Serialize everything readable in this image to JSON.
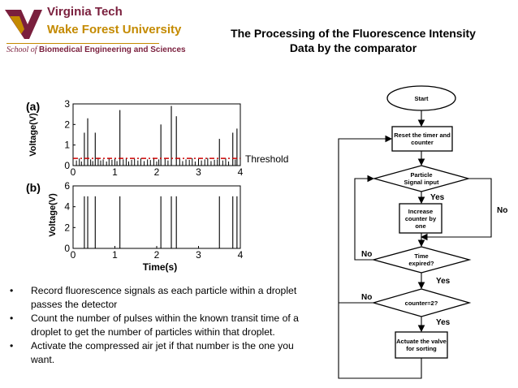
{
  "header": {
    "org_line1": "Virginia Tech",
    "org_line2": "Wake Forest University",
    "school_prefix": "School of",
    "school_name": "Biomedical Engineering and Sciences",
    "title_line1": "The Processing of the Fluorescence Intensity",
    "title_line2": "Data by the comparator"
  },
  "colors": {
    "maroon": "#7a1f3d",
    "gold": "#c48a00",
    "threshold": "#cc0000"
  },
  "chart_data": [
    {
      "type": "bar",
      "panel_label": "(a)",
      "ylabel": "Voltage(V)",
      "xlabel": "",
      "xlim": [
        0,
        4
      ],
      "ylim": [
        0,
        3
      ],
      "xticks": [
        "0",
        "1",
        "2",
        "3",
        "4"
      ],
      "yticks": [
        "0",
        "1",
        "2",
        "3"
      ],
      "threshold": 0.35,
      "threshold_label": "Threshold",
      "pulses_x": [
        0.27,
        0.35,
        0.53,
        1.12,
        2.1,
        2.35,
        2.47,
        3.5,
        3.82,
        3.92
      ],
      "pulses_y": [
        1.6,
        2.3,
        1.6,
        2.7,
        2.0,
        2.9,
        2.4,
        1.3,
        1.6,
        1.8
      ],
      "noise_x": [
        0.08,
        0.15,
        0.2,
        0.42,
        0.47,
        0.6,
        0.66,
        0.72,
        0.8,
        0.86,
        0.93,
        1.0,
        1.05,
        1.2,
        1.27,
        1.33,
        1.4,
        1.47,
        1.55,
        1.62,
        1.7,
        1.78,
        1.85,
        1.93,
        2.0,
        2.05,
        2.2,
        2.27,
        2.55,
        2.62,
        2.7,
        2.78,
        2.85,
        2.92,
        3.0,
        3.07,
        3.15,
        3.22,
        3.3,
        3.38,
        3.45,
        3.58,
        3.65,
        3.72,
        3.88
      ],
      "noise_y": [
        0.25,
        0.35,
        0.2,
        0.3,
        0.22,
        0.38,
        0.25,
        0.3,
        0.2,
        0.35,
        0.28,
        0.33,
        0.22,
        0.3,
        0.37,
        0.2,
        0.28,
        0.33,
        0.25,
        0.35,
        0.22,
        0.3,
        0.27,
        0.38,
        0.2,
        0.3,
        0.33,
        0.25,
        0.35,
        0.22,
        0.3,
        0.28,
        0.36,
        0.2,
        0.32,
        0.25,
        0.3,
        0.37,
        0.22,
        0.28,
        0.3,
        0.25,
        0.35,
        0.2,
        0.3
      ]
    },
    {
      "type": "bar",
      "panel_label": "(b)",
      "ylabel": "Voltage(V)",
      "xlabel": "Time(s)",
      "xlim": [
        0,
        4
      ],
      "ylim": [
        0,
        6
      ],
      "xticks": [
        "0",
        "1",
        "2",
        "3",
        "4"
      ],
      "yticks": [
        "0",
        "2",
        "4",
        "6"
      ],
      "pulses_x": [
        0.27,
        0.35,
        0.53,
        1.12,
        2.1,
        2.35,
        2.47,
        3.5,
        3.82,
        3.92
      ],
      "pulses_y": [
        5,
        5,
        5,
        5,
        5,
        5,
        5,
        5,
        5,
        5
      ]
    }
  ],
  "bullets": [
    "Record fluorescence signals as each particle within a droplet passes the detector",
    "Count the number of pulses within the known transit time of a droplet to get the number of particles within that droplet.",
    "Activate the compressed air jet if that number is the one you want."
  ],
  "flow": {
    "start": "Start",
    "reset_line1": "Reset the timer and",
    "reset_line2": "counter",
    "particle_line1": "Particle",
    "particle_line2": "Signal input",
    "increase_line1": "Increase",
    "increase_line2": "counter by",
    "increase_line3": "one",
    "time_line1": "Time",
    "time_line2": "expired?",
    "counter_q": "counter=2?",
    "actuate_line1": "Actuate the valve",
    "actuate_line2": "for sorting",
    "yes_particle": "Yes",
    "no_particle": "No",
    "no_time": "No",
    "yes_time": "Yes",
    "no_counter": "No",
    "yes_counter": "Yes"
  }
}
